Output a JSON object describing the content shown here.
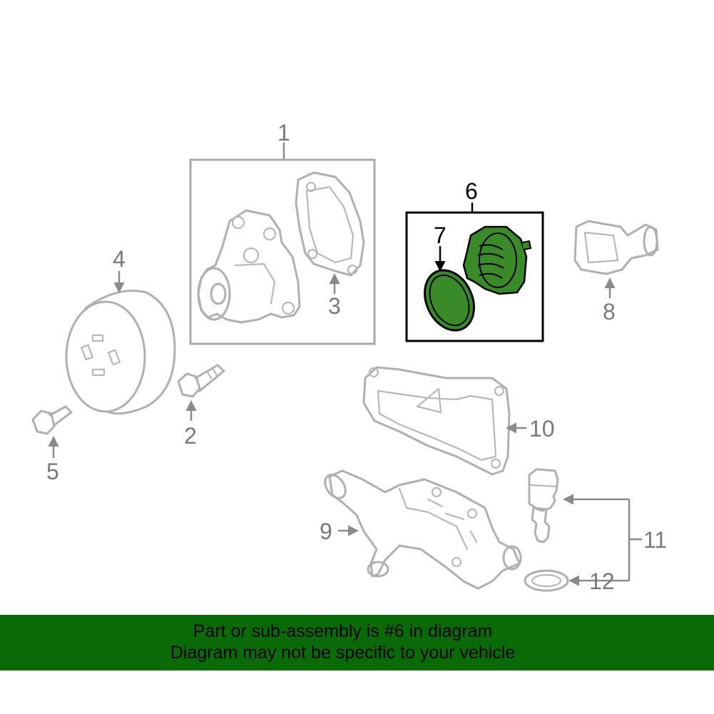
{
  "diagram": {
    "callouts": {
      "c1": "1",
      "c2": "2",
      "c3": "3",
      "c4": "4",
      "c5": "5",
      "c6": "6",
      "c7": "7",
      "c8": "8",
      "c9": "9",
      "c10": "10",
      "c11": "11",
      "c12": "12"
    },
    "highlighted_part": "6",
    "highlight_color": "#3a8a2a",
    "line_color": "#b0b0b0"
  },
  "banner": {
    "line1": "Part or sub-assembly is #6 in diagram",
    "line2": "Diagram may not be specific to your vehicle",
    "background": "#0b6a08"
  }
}
